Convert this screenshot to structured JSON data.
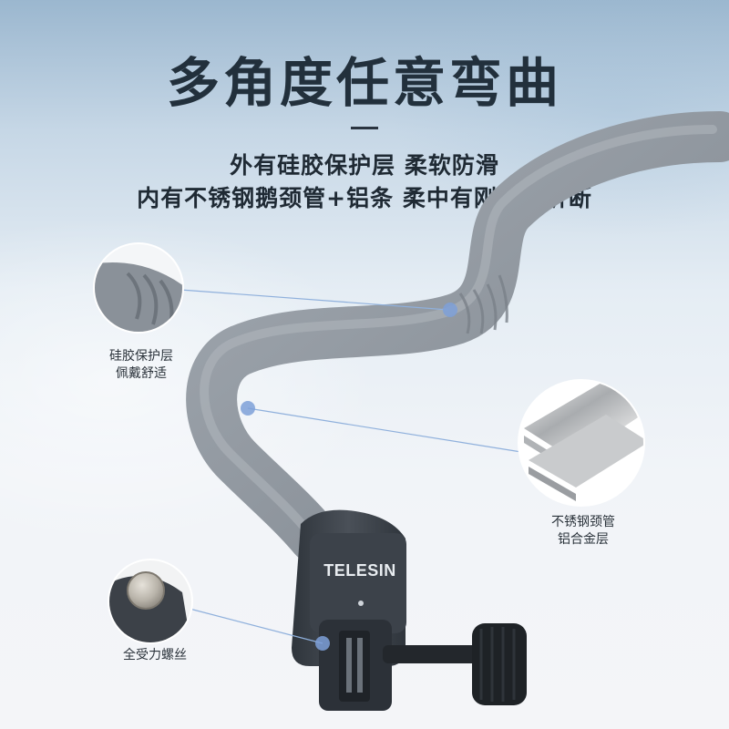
{
  "headline": "多角度任意弯曲",
  "subtitle_line1": "外有硅胶保护层 柔软防滑",
  "subtitle_line2": "内有不锈钢鹅颈管+铝条 柔中有刚不易折断",
  "callouts": [
    {
      "line1": "硅胶保护层",
      "line2": "佩戴舒适",
      "icon": "silicone-texture-icon"
    },
    {
      "line1": "不锈钢颈管",
      "line2": "铝合金层",
      "icon": "steel-layer-icon"
    },
    {
      "line1": "全受力螺丝",
      "icon": "screw-icon"
    }
  ],
  "product": {
    "brand": "TELESIN",
    "neck_text": "TELESIN"
  },
  "colors": {
    "headline": "#22303c",
    "silicone": "#8d949c",
    "clip": "#3a4048",
    "accent_dot": "#7ea0d8"
  }
}
